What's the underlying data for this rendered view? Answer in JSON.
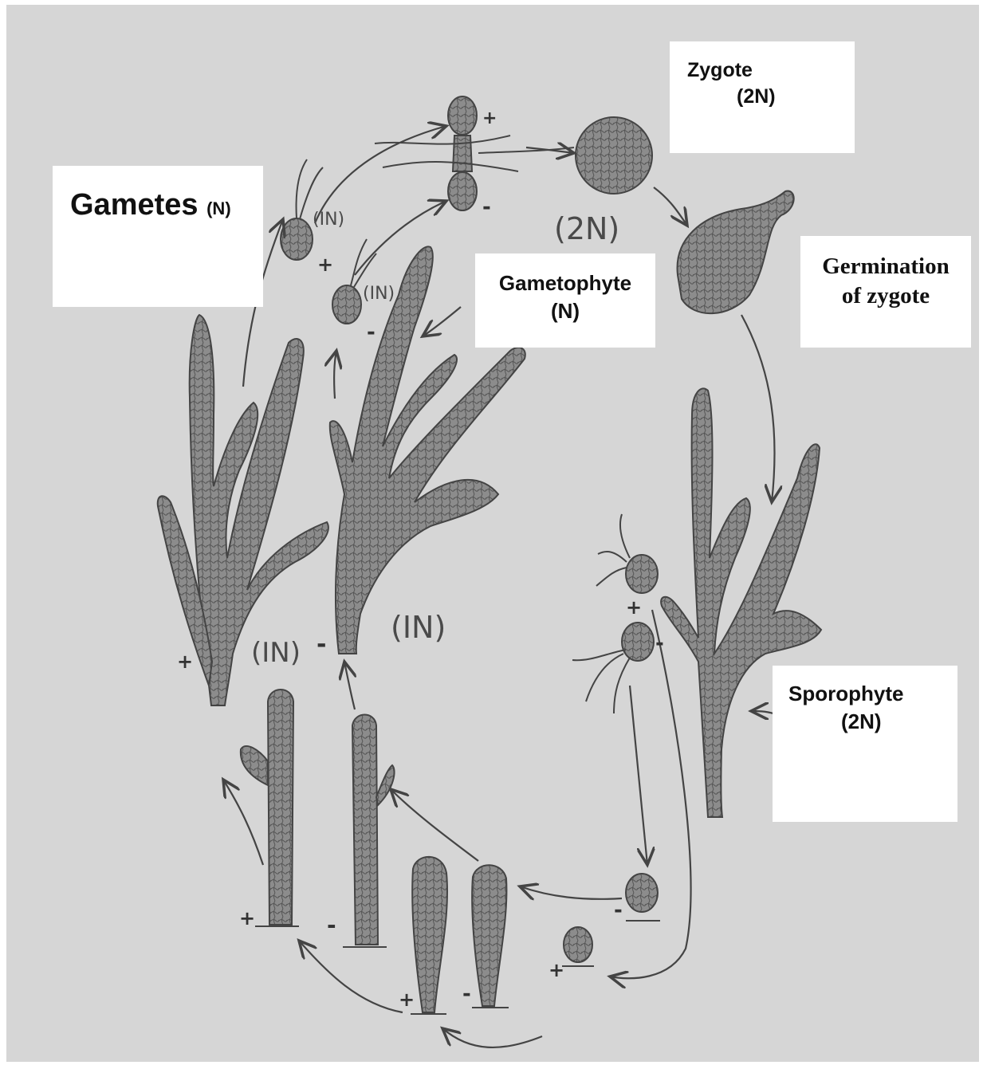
{
  "labels": {
    "gametes": {
      "title": "Gametes",
      "ploidy": "(N)"
    },
    "zygote": {
      "title": "Zygote",
      "ploidy": "(2N)"
    },
    "gametophyte": {
      "title": "Gametophyte",
      "ploidy": "(N)"
    },
    "germination": {
      "line1": "Germination",
      "line2": "of zygote"
    },
    "sporophyte": {
      "title": "Sporophyte",
      "ploidy": "(2N)"
    }
  },
  "handwritten": {
    "gamete_plus_ploidy": "(IN)",
    "gamete_minus_ploidy": "(IN)",
    "zygote_ploidy": "(2N)",
    "thallus_plus_ploidy": "(IN)",
    "thallus_minus_ploidy": "(IN)",
    "plus_sign": "+",
    "minus_sign": "-"
  },
  "colors": {
    "paper": "#d9d9d9",
    "ink": "#4a4a4a",
    "cell_fill": "#8a8a8a",
    "label_bg": "#ffffff"
  }
}
